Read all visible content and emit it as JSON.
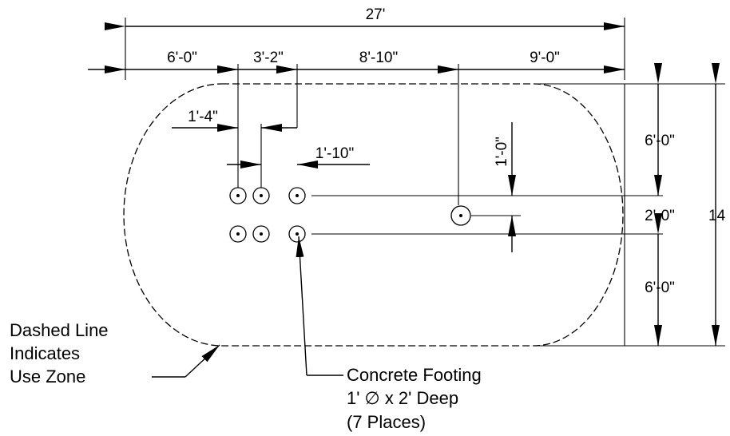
{
  "dimensions": {
    "overall_width": "27'",
    "seg1": "6'-0\"",
    "seg2": "3'-2\"",
    "seg3": "8'-10\"",
    "seg4": "9'-0\"",
    "spacing_a": "1'-4\"",
    "spacing_b": "1'-10\"",
    "offset_vertical": "1'-0\"",
    "right_top": "6'-0\"",
    "right_mid": "2'-0\"",
    "right_bottom": "6'-0\"",
    "overall_height": "14"
  },
  "notes": {
    "use_zone": [
      "Dashed Line",
      "Indicates",
      "Use Zone"
    ],
    "footing": [
      "Concrete Footing",
      "1'  ∅  x 2' Deep",
      "(7 Places)"
    ]
  },
  "footing_count": 7,
  "colors": {
    "line": "#000000",
    "background": "#ffffff"
  }
}
